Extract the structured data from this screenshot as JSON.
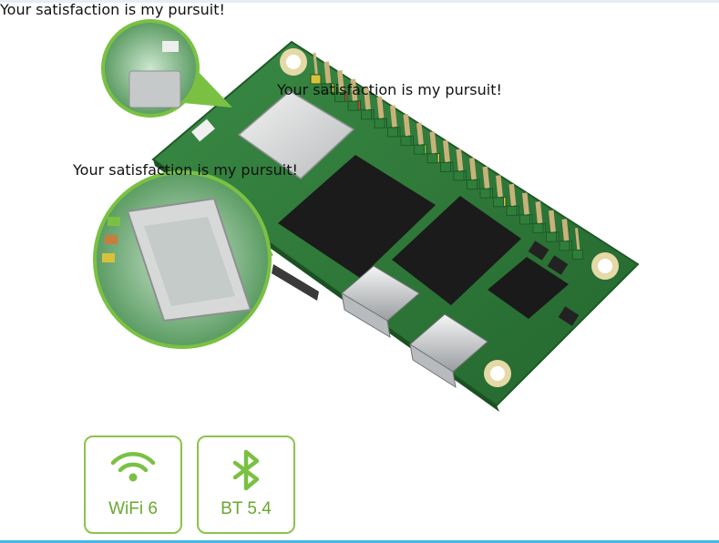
{
  "overlay_texts": [
    "Your satisfaction is my pursuit!",
    "Your satisfaction is my pursuit!",
    "Your satisfaction is my pursuit!"
  ],
  "badges": {
    "wifi": {
      "label": "WiFi 6",
      "icon": "wifi-icon"
    },
    "bt": {
      "label": "BT 5.4",
      "icon": "bluetooth-icon"
    }
  },
  "colors": {
    "board_green": "#2e7d3a",
    "chip_black": "#1b1b1b",
    "accent_green": "#7ac143",
    "badge_border": "#8bc34a",
    "pin_gold": "#c9b27a"
  }
}
